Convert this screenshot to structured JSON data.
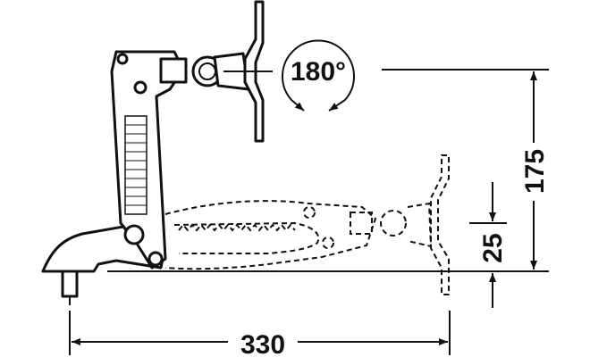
{
  "drawing": {
    "rotation_label": "180°",
    "height_label": "175",
    "offset_label": "25",
    "width_label": "330",
    "color": "#111111"
  }
}
